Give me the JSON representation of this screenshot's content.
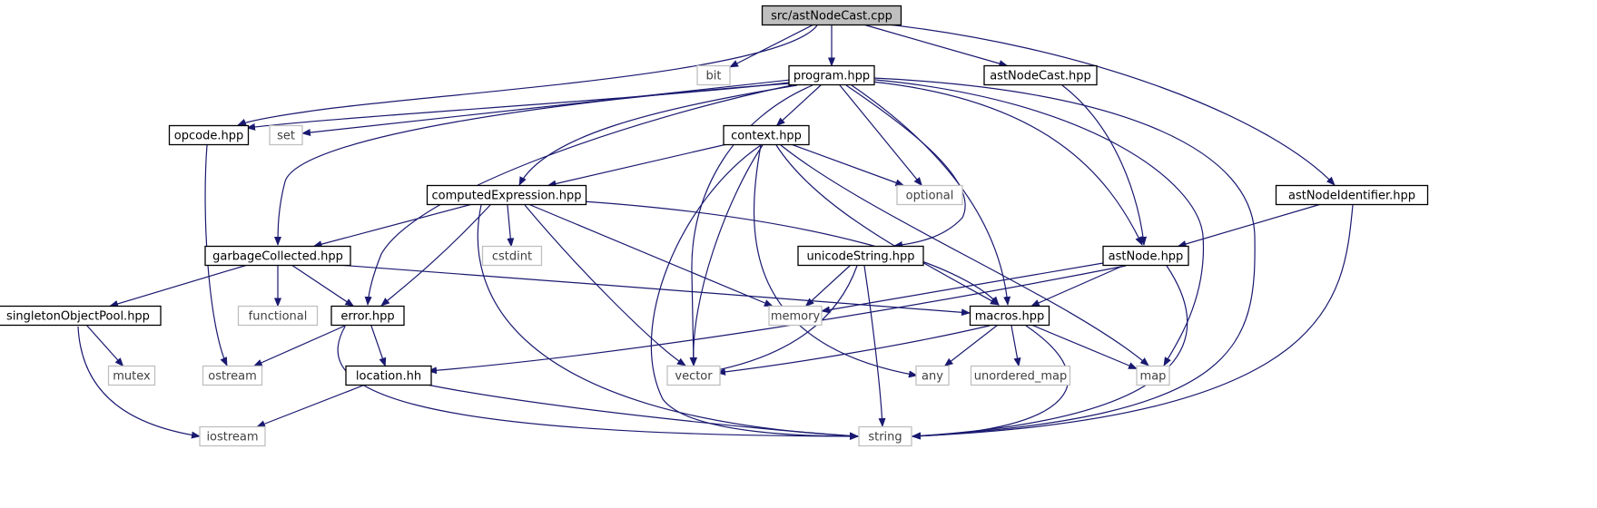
{
  "title": "",
  "colors": {
    "edge": "#191970",
    "node_border": "#000000",
    "system_border": "#bfbfbf",
    "root_fill": "#bfbfbf",
    "node_fill": "#ffffff",
    "text": "#000000",
    "system_text": "#404040"
  },
  "nodes": [
    {
      "id": "astNodeCast_cpp",
      "label": "src/astNodeCast.cpp",
      "kind": "root"
    },
    {
      "id": "bit",
      "label": "bit",
      "kind": "system"
    },
    {
      "id": "program_hpp",
      "label": "program.hpp",
      "kind": "project"
    },
    {
      "id": "astNodeCast_hpp",
      "label": "astNodeCast.hpp",
      "kind": "project"
    },
    {
      "id": "opcode_hpp",
      "label": "opcode.hpp",
      "kind": "project"
    },
    {
      "id": "set",
      "label": "set",
      "kind": "system"
    },
    {
      "id": "context_hpp",
      "label": "context.hpp",
      "kind": "project"
    },
    {
      "id": "optional",
      "label": "optional",
      "kind": "system"
    },
    {
      "id": "computedExpression_hpp",
      "label": "computedExpression.hpp",
      "kind": "project"
    },
    {
      "id": "astNodeIdentifier_hpp",
      "label": "astNodeIdentifier.hpp",
      "kind": "project"
    },
    {
      "id": "garbageCollected_hpp",
      "label": "garbageCollected.hpp",
      "kind": "project"
    },
    {
      "id": "cstdint",
      "label": "cstdint",
      "kind": "system"
    },
    {
      "id": "unicodeString_hpp",
      "label": "unicodeString.hpp",
      "kind": "project"
    },
    {
      "id": "astNode_hpp",
      "label": "astNode.hpp",
      "kind": "project"
    },
    {
      "id": "singletonObjectPool_hpp",
      "label": "singletonObjectPool.hpp",
      "kind": "project"
    },
    {
      "id": "functional",
      "label": "functional",
      "kind": "system"
    },
    {
      "id": "error_hpp",
      "label": "error.hpp",
      "kind": "project"
    },
    {
      "id": "memory",
      "label": "memory",
      "kind": "system"
    },
    {
      "id": "macros_hpp",
      "label": "macros.hpp",
      "kind": "project"
    },
    {
      "id": "mutex",
      "label": "mutex",
      "kind": "system"
    },
    {
      "id": "ostream",
      "label": "ostream",
      "kind": "system"
    },
    {
      "id": "location_hh",
      "label": "location.hh",
      "kind": "project"
    },
    {
      "id": "vector",
      "label": "vector",
      "kind": "system"
    },
    {
      "id": "any",
      "label": "any",
      "kind": "system"
    },
    {
      "id": "unordered_map",
      "label": "unordered_map",
      "kind": "system"
    },
    {
      "id": "map",
      "label": "map",
      "kind": "system"
    },
    {
      "id": "iostream",
      "label": "iostream",
      "kind": "system"
    },
    {
      "id": "string",
      "label": "string",
      "kind": "system"
    }
  ],
  "edges": [
    [
      "astNodeCast_cpp",
      "bit"
    ],
    [
      "astNodeCast_cpp",
      "program_hpp"
    ],
    [
      "astNodeCast_cpp",
      "astNodeCast_hpp"
    ],
    [
      "astNodeCast_cpp",
      "astNodeIdentifier_hpp"
    ],
    [
      "astNodeCast_cpp",
      "opcode_hpp"
    ],
    [
      "program_hpp",
      "opcode_hpp"
    ],
    [
      "program_hpp",
      "set"
    ],
    [
      "program_hpp",
      "context_hpp"
    ],
    [
      "program_hpp",
      "optional"
    ],
    [
      "program_hpp",
      "computedExpression_hpp"
    ],
    [
      "program_hpp",
      "garbageCollected_hpp"
    ],
    [
      "program_hpp",
      "error_hpp"
    ],
    [
      "program_hpp",
      "vector"
    ],
    [
      "program_hpp",
      "unicodeString_hpp"
    ],
    [
      "program_hpp",
      "astNode_hpp"
    ],
    [
      "program_hpp",
      "macros_hpp"
    ],
    [
      "program_hpp",
      "map"
    ],
    [
      "program_hpp",
      "string"
    ],
    [
      "astNodeCast_hpp",
      "astNode_hpp"
    ],
    [
      "astNodeIdentifier_hpp",
      "astNode_hpp"
    ],
    [
      "astNodeIdentifier_hpp",
      "string"
    ],
    [
      "opcode_hpp",
      "ostream"
    ],
    [
      "context_hpp",
      "computedExpression_hpp"
    ],
    [
      "context_hpp",
      "optional"
    ],
    [
      "context_hpp",
      "vector"
    ],
    [
      "context_hpp",
      "string"
    ],
    [
      "context_hpp",
      "any"
    ],
    [
      "context_hpp",
      "macros_hpp"
    ],
    [
      "context_hpp",
      "map"
    ],
    [
      "computedExpression_hpp",
      "garbageCollected_hpp"
    ],
    [
      "computedExpression_hpp",
      "cstdint"
    ],
    [
      "computedExpression_hpp",
      "error_hpp"
    ],
    [
      "computedExpression_hpp",
      "memory"
    ],
    [
      "computedExpression_hpp",
      "vector"
    ],
    [
      "computedExpression_hpp",
      "string"
    ],
    [
      "computedExpression_hpp",
      "macros_hpp"
    ],
    [
      "garbageCollected_hpp",
      "singletonObjectPool_hpp"
    ],
    [
      "garbageCollected_hpp",
      "functional"
    ],
    [
      "garbageCollected_hpp",
      "error_hpp"
    ],
    [
      "garbageCollected_hpp",
      "macros_hpp"
    ],
    [
      "singletonObjectPool_hpp",
      "mutex"
    ],
    [
      "singletonObjectPool_hpp",
      "iostream"
    ],
    [
      "error_hpp",
      "ostream"
    ],
    [
      "error_hpp",
      "location_hh"
    ],
    [
      "error_hpp",
      "string"
    ],
    [
      "location_hh",
      "iostream"
    ],
    [
      "location_hh",
      "string"
    ],
    [
      "unicodeString_hpp",
      "memory"
    ],
    [
      "unicodeString_hpp",
      "vector"
    ],
    [
      "unicodeString_hpp",
      "string"
    ],
    [
      "astNode_hpp",
      "memory"
    ],
    [
      "astNode_hpp",
      "macros_hpp"
    ],
    [
      "astNode_hpp",
      "location_hh"
    ],
    [
      "astNode_hpp",
      "string"
    ],
    [
      "macros_hpp",
      "vector"
    ],
    [
      "macros_hpp",
      "any"
    ],
    [
      "macros_hpp",
      "unordered_map"
    ],
    [
      "macros_hpp",
      "map"
    ],
    [
      "macros_hpp",
      "string"
    ]
  ]
}
